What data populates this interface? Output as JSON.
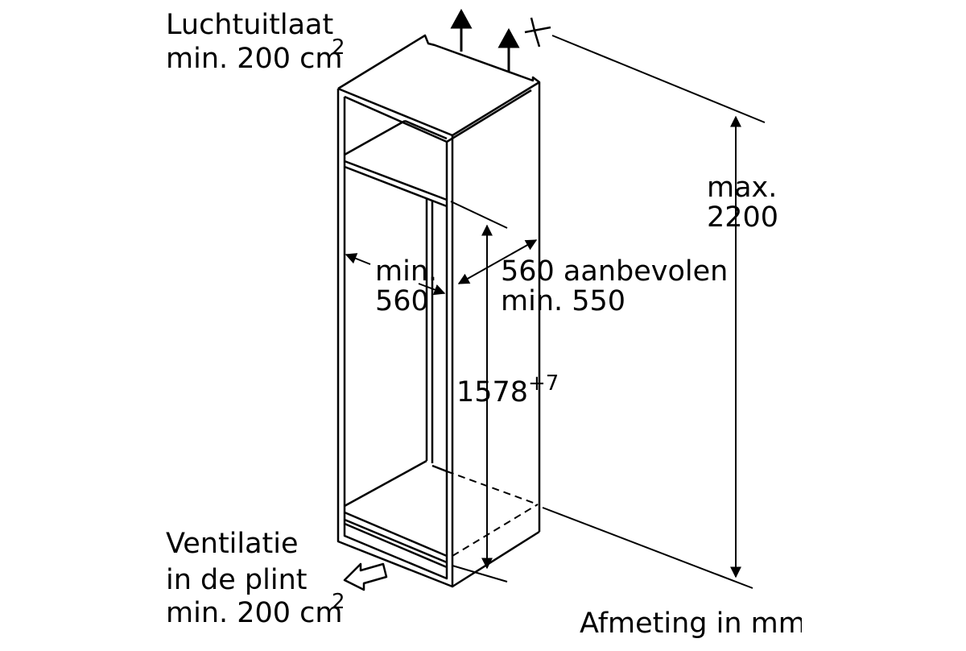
{
  "labels": {
    "air_outlet_title": "Luchtuitlaat",
    "air_outlet_area": "min. 200 cm",
    "air_outlet_unit_exp": "2",
    "max_height_line1": "max.",
    "max_height_line2": "2200",
    "width_line1": "min.",
    "width_line2": "560",
    "depth_line1": "560 aanbevolen",
    "depth_line2": "min. 550",
    "niche_height": "1578",
    "niche_height_tolerance": "+7",
    "ventilation_line1": "Ventilatie",
    "ventilation_line2": "in de plint",
    "ventilation_area": "min. 200 cm",
    "ventilation_unit_exp": "2",
    "dimension_note": "Afmeting in mm"
  }
}
